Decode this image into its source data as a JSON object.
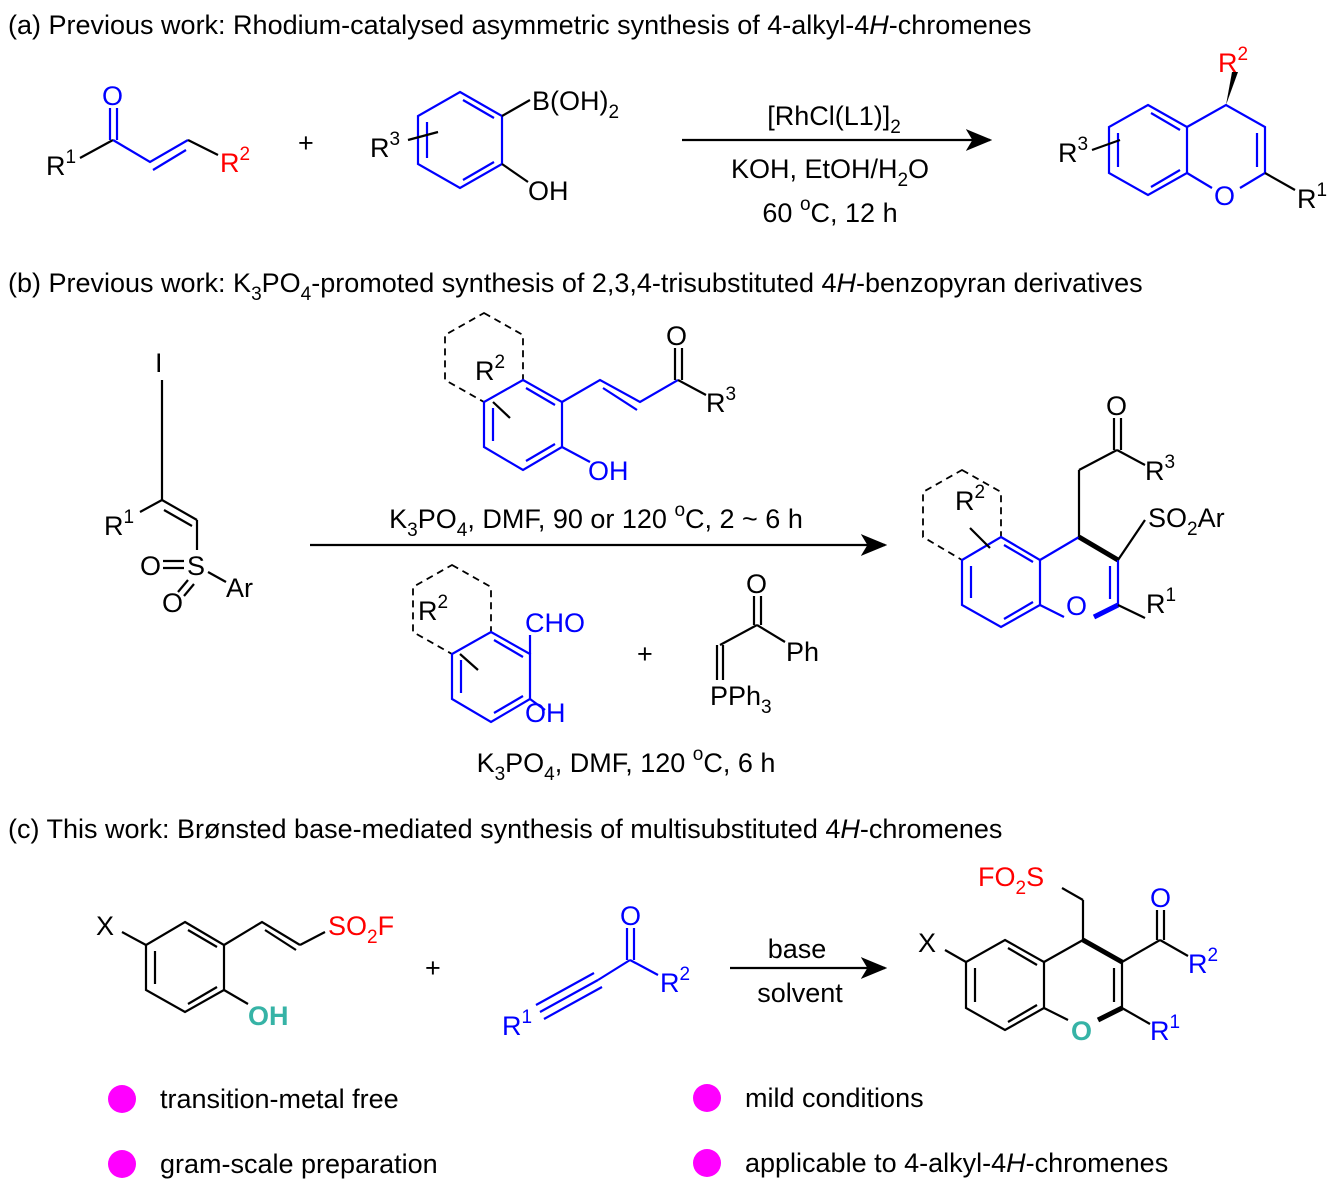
{
  "a": {
    "title": [
      "(a) Previous work: Rhodium-catalysed asymmetric synthesis of 4-alkyl-4",
      "H",
      "-chromenes"
    ],
    "enone": {
      "r1": [
        "R",
        "1"
      ],
      "o": "O",
      "r2": [
        "R",
        "2"
      ]
    },
    "plus": "+",
    "boronic": {
      "r3": [
        "R",
        "3"
      ],
      "b": [
        "B(OH)",
        "2"
      ],
      "oh": "OH"
    },
    "conditions": {
      "catalyst": [
        "[RhCl(L1)]",
        "2"
      ],
      "base": [
        "KOH, EtOH/H",
        "2",
        "O"
      ],
      "temp": [
        "60 ",
        "o",
        "C, 12 h"
      ]
    },
    "product": {
      "r2": [
        "R",
        "2"
      ],
      "r3": [
        "R",
        "3"
      ],
      "o": "O",
      "r1": [
        "R",
        "1"
      ]
    }
  },
  "b": {
    "title": [
      "(b) Previous work: K",
      "3",
      "PO",
      "4",
      "-promoted synthesis of 2,3,4-trisubstituted 4",
      "H",
      "-benzopyran derivatives"
    ],
    "vinyl": {
      "i": "I",
      "r1": [
        "R",
        "1"
      ],
      "o1": "O",
      "s": "S",
      "o2": "O",
      "ar": "Ar"
    },
    "top": {
      "r2": [
        "R",
        "2"
      ],
      "o": "O",
      "r3": [
        "R",
        "3"
      ],
      "oh": "OH"
    },
    "conditions_top": [
      "K",
      "3",
      "PO",
      "4",
      ", DMF, 90 or 120 ",
      "o",
      "C, 2 ~ 6 h"
    ],
    "bottom": {
      "r2": [
        "R",
        "2"
      ],
      "cho": "CHO",
      "oh": "OH",
      "plus": "+",
      "o": "O",
      "ph": "Ph",
      "pph3": [
        "PPh",
        "3"
      ]
    },
    "conditions_bottom": [
      "K",
      "3",
      "PO",
      "4",
      ", DMF, 120 ",
      "o",
      "C, 6 h"
    ],
    "product": {
      "o_top": "O",
      "r3": [
        "R",
        "3"
      ],
      "r2": [
        "R",
        "2"
      ],
      "so2ar": [
        "SO",
        "2",
        "Ar"
      ],
      "o": "O",
      "r1": [
        "R",
        "1"
      ]
    }
  },
  "c": {
    "title": [
      "(c) This work: Brønsted base-mediated synthesis of multisubstituted 4",
      "H",
      "-chromenes"
    ],
    "phenol": {
      "x": "X",
      "so2f": [
        "SO",
        "2",
        "F"
      ],
      "oh": "OH"
    },
    "plus": "+",
    "ynone": {
      "o": "O",
      "r2": [
        "R",
        "2"
      ],
      "r1": [
        "R",
        "1"
      ]
    },
    "conditions": {
      "above": "base",
      "below": "solvent"
    },
    "product": {
      "fo2s": [
        "FO",
        "2",
        "S"
      ],
      "o_top": "O",
      "x": "X",
      "r2": [
        "R",
        "2"
      ],
      "o": "O",
      "r1": [
        "R",
        "1"
      ]
    },
    "features": [
      "transition-metal free",
      "mild conditions",
      "gram-scale preparation",
      "applicable to 4-alkyl-4",
      "H",
      "-chromenes"
    ]
  },
  "colors": {
    "core": "#0000ff",
    "highlight": "#ff0000",
    "heteroatom": "#36b3a6",
    "bullet": "#ff00ff"
  }
}
